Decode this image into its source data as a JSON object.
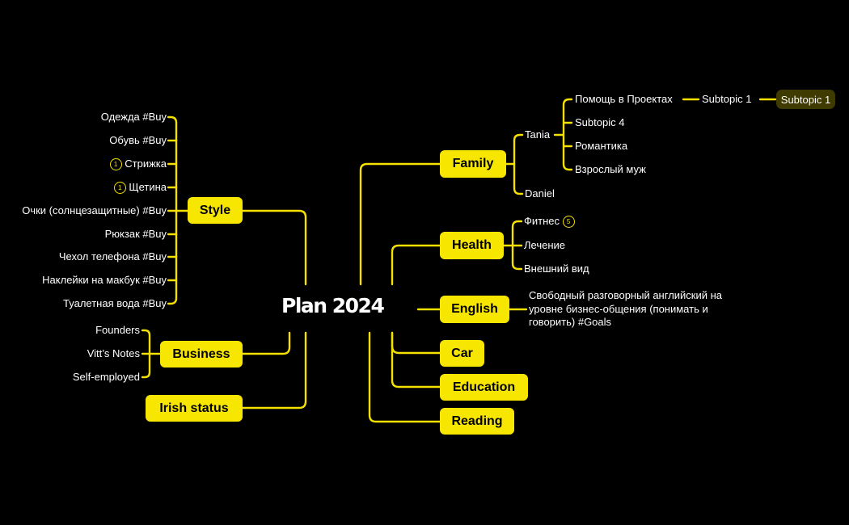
{
  "mindmap": {
    "title": "Plan 2024",
    "topics": {
      "style": "Style",
      "business": "Business",
      "irish": "Irish status",
      "family": "Family",
      "health": "Health",
      "english": "English",
      "car": "Car",
      "education": "Education",
      "reading": "Reading"
    },
    "style_items": [
      "Одежда #Buy",
      "Обувь #Buy",
      "Стрижка",
      "Щетина",
      "Очки (солнцезащитные) #Buy",
      "Рюкзак #Buy",
      "Чехол телефона #Buy",
      "Наклейки на макбук #Buy",
      "Туалетная вода #Buy"
    ],
    "style_badges": {
      "haircut": "1",
      "stubble": "1"
    },
    "business_items": [
      "Founders",
      "Vitt’s Notes",
      "Self-employed"
    ],
    "family": {
      "tania": "Tania",
      "daniel": "Daniel",
      "tania_items": [
        "Помощь в Проектах",
        "Subtopic 4",
        "Романтика",
        "Взрослый муж"
      ],
      "subtopic1": "Subtopic 1",
      "subtopic1_selected": "Subtopic 1"
    },
    "health_items": [
      "Фитнес",
      "Лечение",
      "Внешний вид"
    ],
    "health_badge": "5",
    "english_text": "Свободный разговорный английский на уровне бизнес-общения (понимать и говорить) #Goals"
  },
  "colors": {
    "accent": "#f7e600",
    "background": "#000000",
    "highlight": "#3e3a00"
  }
}
